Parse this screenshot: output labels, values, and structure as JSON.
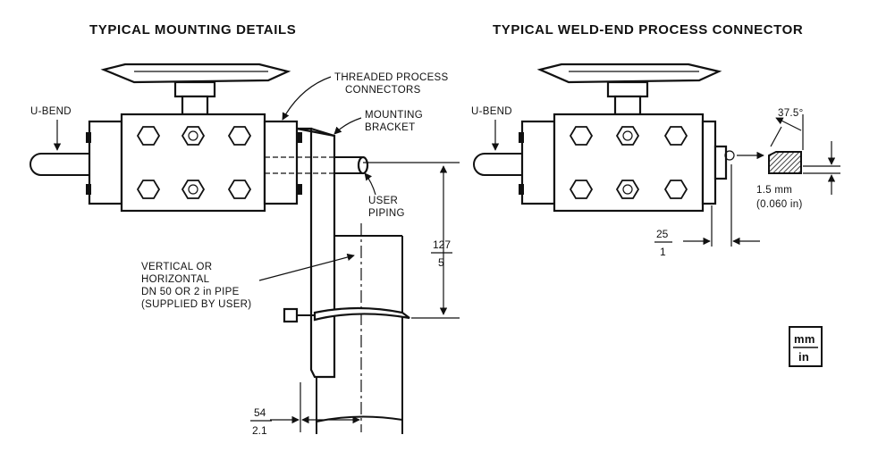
{
  "titles": {
    "left": "TYPICAL MOUNTING DETAILS",
    "right": "TYPICAL WELD-END PROCESS CONNECTOR"
  },
  "left": {
    "u_bend": "U-BEND",
    "threaded_1": "THREADED PROCESS",
    "threaded_2": "CONNECTORS",
    "mounting_1": "MOUNTING",
    "mounting_2": "BRACKET",
    "user_1": "USER",
    "user_2": "PIPING",
    "pipe_1": "VERTICAL OR",
    "pipe_2": "HORIZONTAL",
    "pipe_3": "DN 50 OR 2 in PIPE",
    "pipe_4": "(SUPPLIED BY USER)",
    "dim_v_mm": "127",
    "dim_v_in": "5",
    "dim_h_mm": "54",
    "dim_h_in": "2.1"
  },
  "right": {
    "u_bend": "U-BEND",
    "angle": "37.5°",
    "gap_mm": "1.5 mm",
    "gap_in": "(0.060 in)",
    "dim_mm": "25",
    "dim_in": "1"
  },
  "units": {
    "mm": "mm",
    "in": "in"
  },
  "colors": {
    "ink": "#111111",
    "paper": "#ffffff"
  }
}
